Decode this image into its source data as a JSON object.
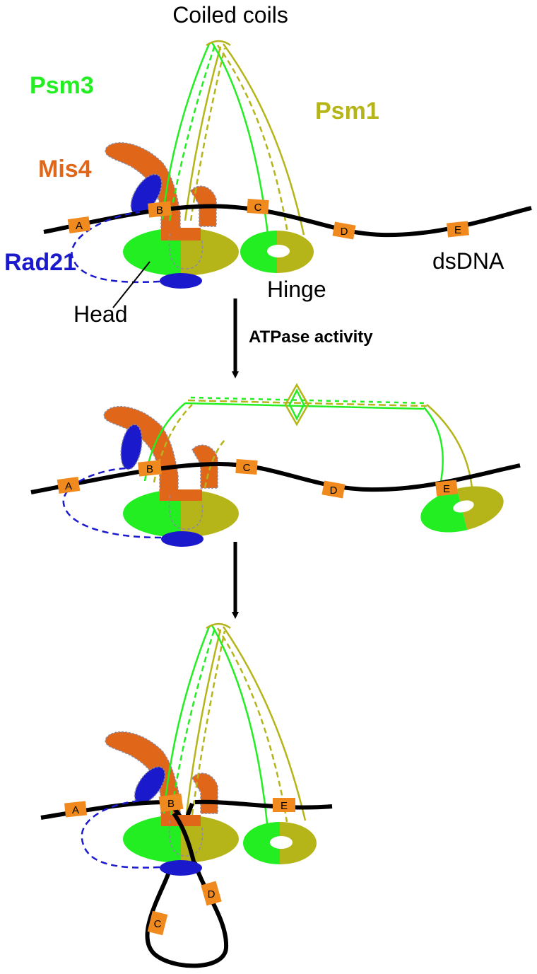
{
  "labels": {
    "coiled_coils": "Coiled coils",
    "psm3": "Psm3",
    "psm1": "Psm1",
    "mis4": "Mis4",
    "rad21": "Rad21",
    "head": "Head",
    "hinge": "Hinge",
    "dsdna": "dsDNA",
    "atpase": "ATPase activity"
  },
  "sites": [
    "A",
    "B",
    "C",
    "D",
    "E"
  ],
  "colors": {
    "psm3": "#22ee22",
    "psm1": "#b5b51a",
    "mis4": "#e0661a",
    "rad21": "#1a1acc",
    "site": "#f08a1e",
    "dna": "#000000"
  }
}
